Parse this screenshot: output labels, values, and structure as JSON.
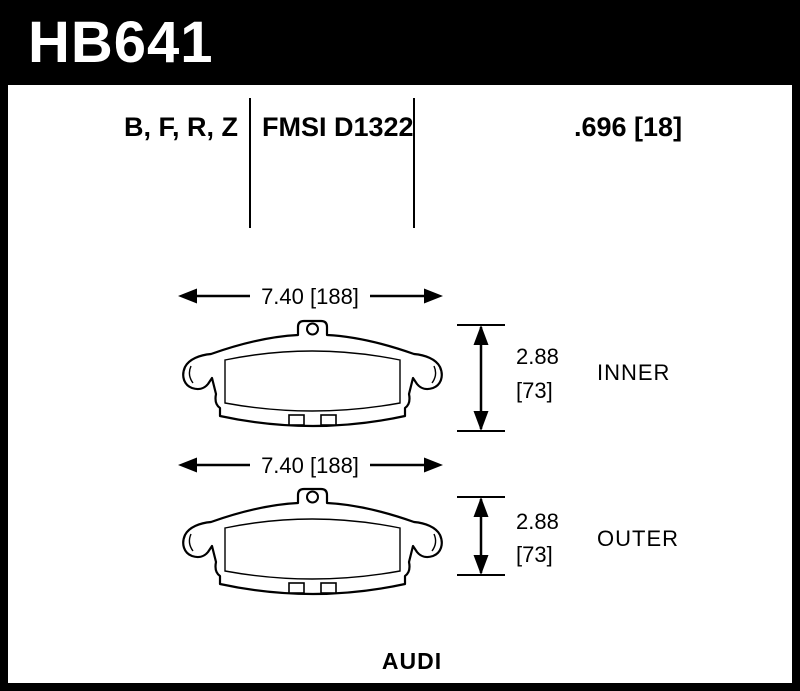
{
  "header": {
    "part_number": "HB641",
    "compounds": "B, F, R, Z",
    "fmsi": "FMSI D1322",
    "thickness": ".696 [18]"
  },
  "inner_pad": {
    "width_dim": "7.40 [188]",
    "height_dim_in": "2.88",
    "height_dim_mm": "[73]",
    "label": "INNER"
  },
  "outer_pad": {
    "width_dim": "7.40 [188]",
    "height_dim_in": "2.88",
    "height_dim_mm": "[73]",
    "label": "OUTER"
  },
  "footer": {
    "vehicle_make": "AUDI"
  },
  "colors": {
    "header_bar": "#000000",
    "background": "#ffffff",
    "line": "#000000",
    "text": "#000000"
  }
}
